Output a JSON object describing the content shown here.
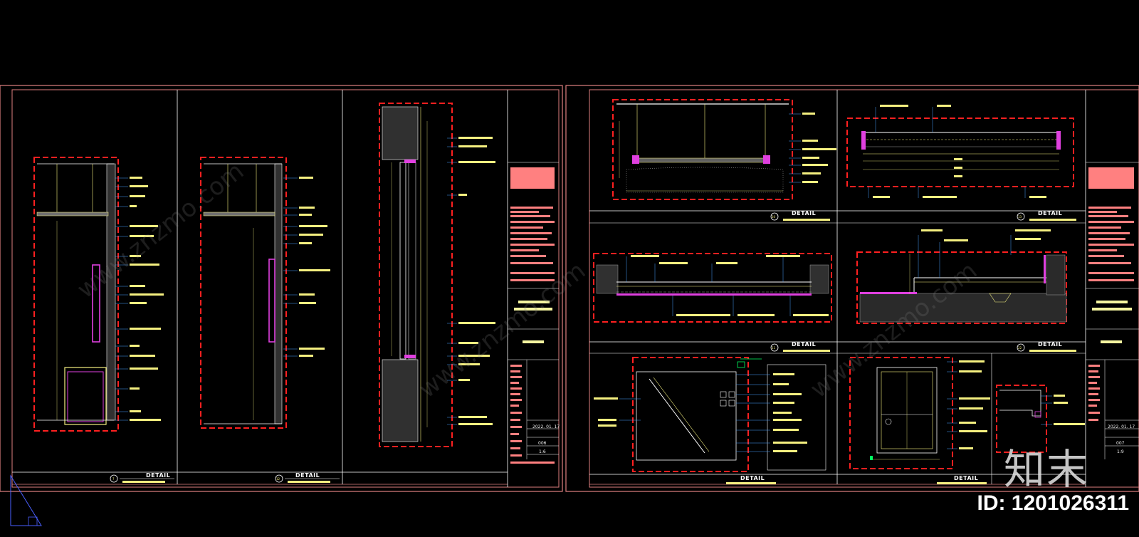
{
  "colors": {
    "background": "#000000",
    "sheet_border": "#e08080",
    "panel_line": "#ffffff",
    "detail_box": "#ff2020",
    "dimension": "#f5f080",
    "leader": "#4aa0ff",
    "magenta": "#e040e0",
    "titleblock_fill": "#ff8080"
  },
  "sheet_left": {
    "details": [
      {
        "label": "DETAIL",
        "num": "7"
      },
      {
        "label": "DETAIL",
        "num": "12"
      }
    ],
    "titleblock": {
      "date": "2022. 01. 17",
      "sheet_no": "006",
      "scale": "1:6"
    }
  },
  "sheet_right": {
    "details": [
      {
        "label": "DETAIL",
        "num": "10"
      },
      {
        "label": "DETAIL",
        "num": "13"
      },
      {
        "label": "DETAIL",
        "num": "11"
      },
      {
        "label": "DETAIL",
        "num": "22"
      },
      {
        "label": "DETAIL",
        "num": ""
      },
      {
        "label": "DETAIL",
        "num": ""
      }
    ],
    "titleblock": {
      "date": "2022. 01. 17",
      "sheet_no": "007",
      "scale": "1:9"
    }
  },
  "watermark": {
    "logo": "知末",
    "id": "ID: 1201026311",
    "diagonal": "www.znzmo.com"
  }
}
